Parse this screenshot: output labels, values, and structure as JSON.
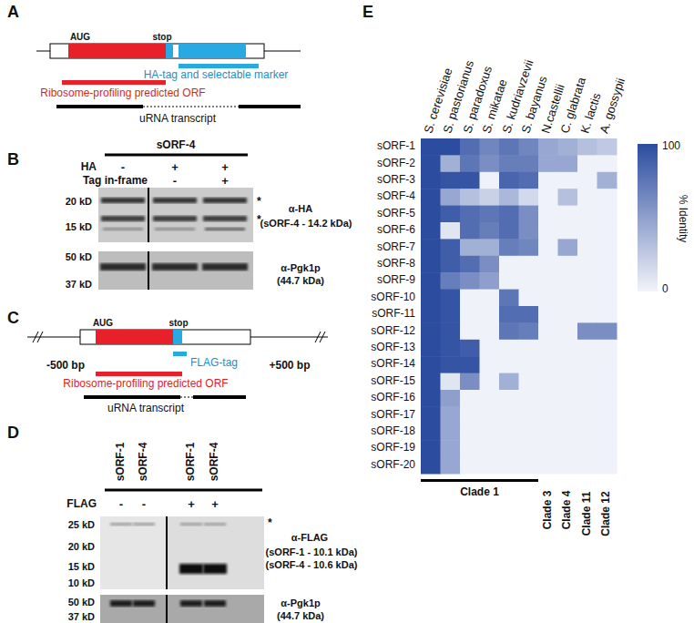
{
  "diagram": {
    "labels": [
      "A",
      "AUG",
      "stop",
      "HA-tag and selectable marker",
      "Ribosome-profiling predicted ORF",
      "uRNA transcript",
      "B",
      "sORF-4",
      "HA",
      "-",
      "+",
      "+",
      "Tag in-frame",
      "-",
      "+",
      "20 kD",
      "15 kD",
      "*",
      "*",
      "α-HA",
      "(sORF-4 - 14.2 kDa)",
      "50 kD",
      "37 kD",
      "α-Pgk1p",
      "(44.7 kDa)",
      "C",
      "AUG",
      "stop",
      "-500 bp",
      "+500 bp",
      "FLAG-tag",
      "Ribosome-profiling predicted ORF",
      "uRNA transcript",
      "D",
      "sORF-1",
      "sORF-4",
      "sORF-1",
      "sORF-4",
      "FLAG",
      "-",
      "-",
      "+",
      "+",
      "25 kD",
      "20 kD",
      "15 kD",
      "10 kD",
      "*",
      "α-FLAG",
      "(sORF-1 - 10.1 kDa)",
      "(sORF-4 - 10.6 kDa)",
      "50 kD",
      "37 kD",
      "α-Pgk1p",
      "(44.7 kDa)",
      "E",
      "S. cerevisiae",
      "S. pastorianus",
      "S. paradoxus",
      "S. mikatae",
      "S. kudriavzevii",
      "S. bayanus",
      "N.castellii",
      "C. glabrata",
      "K. lactis",
      "A. gossypii",
      "sORF-1",
      "sORF-2",
      "sORF-3",
      "sORF-4",
      "sORF-5",
      "sORF-6",
      "sORF-7",
      "sORF-8",
      "sORF-9",
      "sORF-10",
      "sORF-11",
      "sORF-12",
      "sORF-13",
      "sORF-14",
      "sORF-15",
      "sORF-16",
      "sORF-17",
      "sORF-18",
      "sORF-19",
      "sORF-20",
      "Clade 1",
      "Clade 3",
      "Clade 4",
      "Clade 11",
      "Clade 12",
      "100",
      "0",
      "% Identity"
    ]
  }
}
